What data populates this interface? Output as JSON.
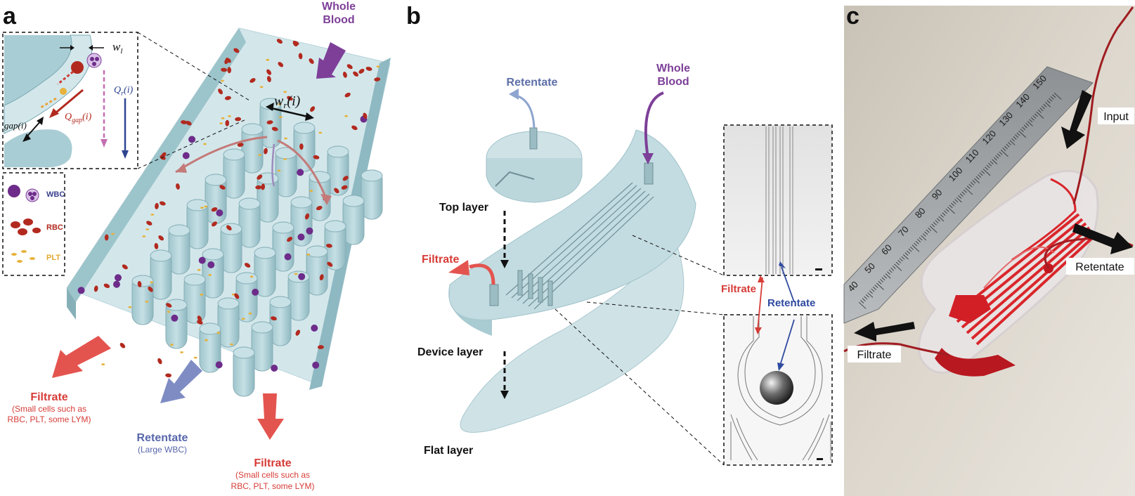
{
  "colors": {
    "teal": "#a9cdd4",
    "teal_dark": "#8fb9c2",
    "teal_light": "#d3e7eb",
    "filtrate": "#e4544f",
    "retentate": "#7f8cc4",
    "whole_blood": "#7d3f98",
    "wbc": "#6d2c8a",
    "rbc": "#b22a1f",
    "plt": "#e7b23c",
    "blood_red": "#d9262b"
  },
  "panel_a": {
    "label": "a",
    "whole_blood": "Whole Blood",
    "inset": {
      "wl": "w",
      "wl_sub": "l",
      "wr": "w",
      "wr_sub": "r",
      "wr_arg": "(i)",
      "gap": "gap(i)",
      "qgap": "Q",
      "qgap_sub": "gap",
      "qgap_arg": "(i)",
      "qr": "Q",
      "qr_sub": "r",
      "qr_arg": "(i)"
    },
    "legend": [
      {
        "label": "WBC",
        "color": "#3a3f8f",
        "icon": "wbc-icon"
      },
      {
        "label": "RBC",
        "color": "#b22a1f",
        "icon": "rbc-icon"
      },
      {
        "label": "PLT",
        "color": "#e2a72d",
        "icon": "plt-icon"
      }
    ],
    "filtrate_left": {
      "title": "Filtrate",
      "line1": "(Small cells such as",
      "line2": "RBC, PLT, some LYM)"
    },
    "retentate": {
      "title": "Retentate",
      "line1": "(Large WBC)"
    },
    "filtrate_right": {
      "title": "Filtrate",
      "line1": "(Small cells such as",
      "line2": "RBC, PLT, some LYM)"
    }
  },
  "panel_b": {
    "label": "b",
    "retentate": "Retentate",
    "whole_blood": "Whole Blood",
    "top_layer": "Top layer",
    "filtrate": "Filtrate",
    "device_layer": "Device layer",
    "flat_layer": "Flat layer",
    "micro_filtrate": "Filtrate",
    "micro_retentate": "Retentate"
  },
  "panel_c": {
    "label": "c",
    "input": "Input",
    "retentate": "Retentate",
    "filtrate": "Filtrate",
    "ruler_ticks": [
      "40",
      "50",
      "60",
      "70",
      "80",
      "90",
      "100",
      "110",
      "120",
      "130",
      "140",
      "150"
    ]
  }
}
